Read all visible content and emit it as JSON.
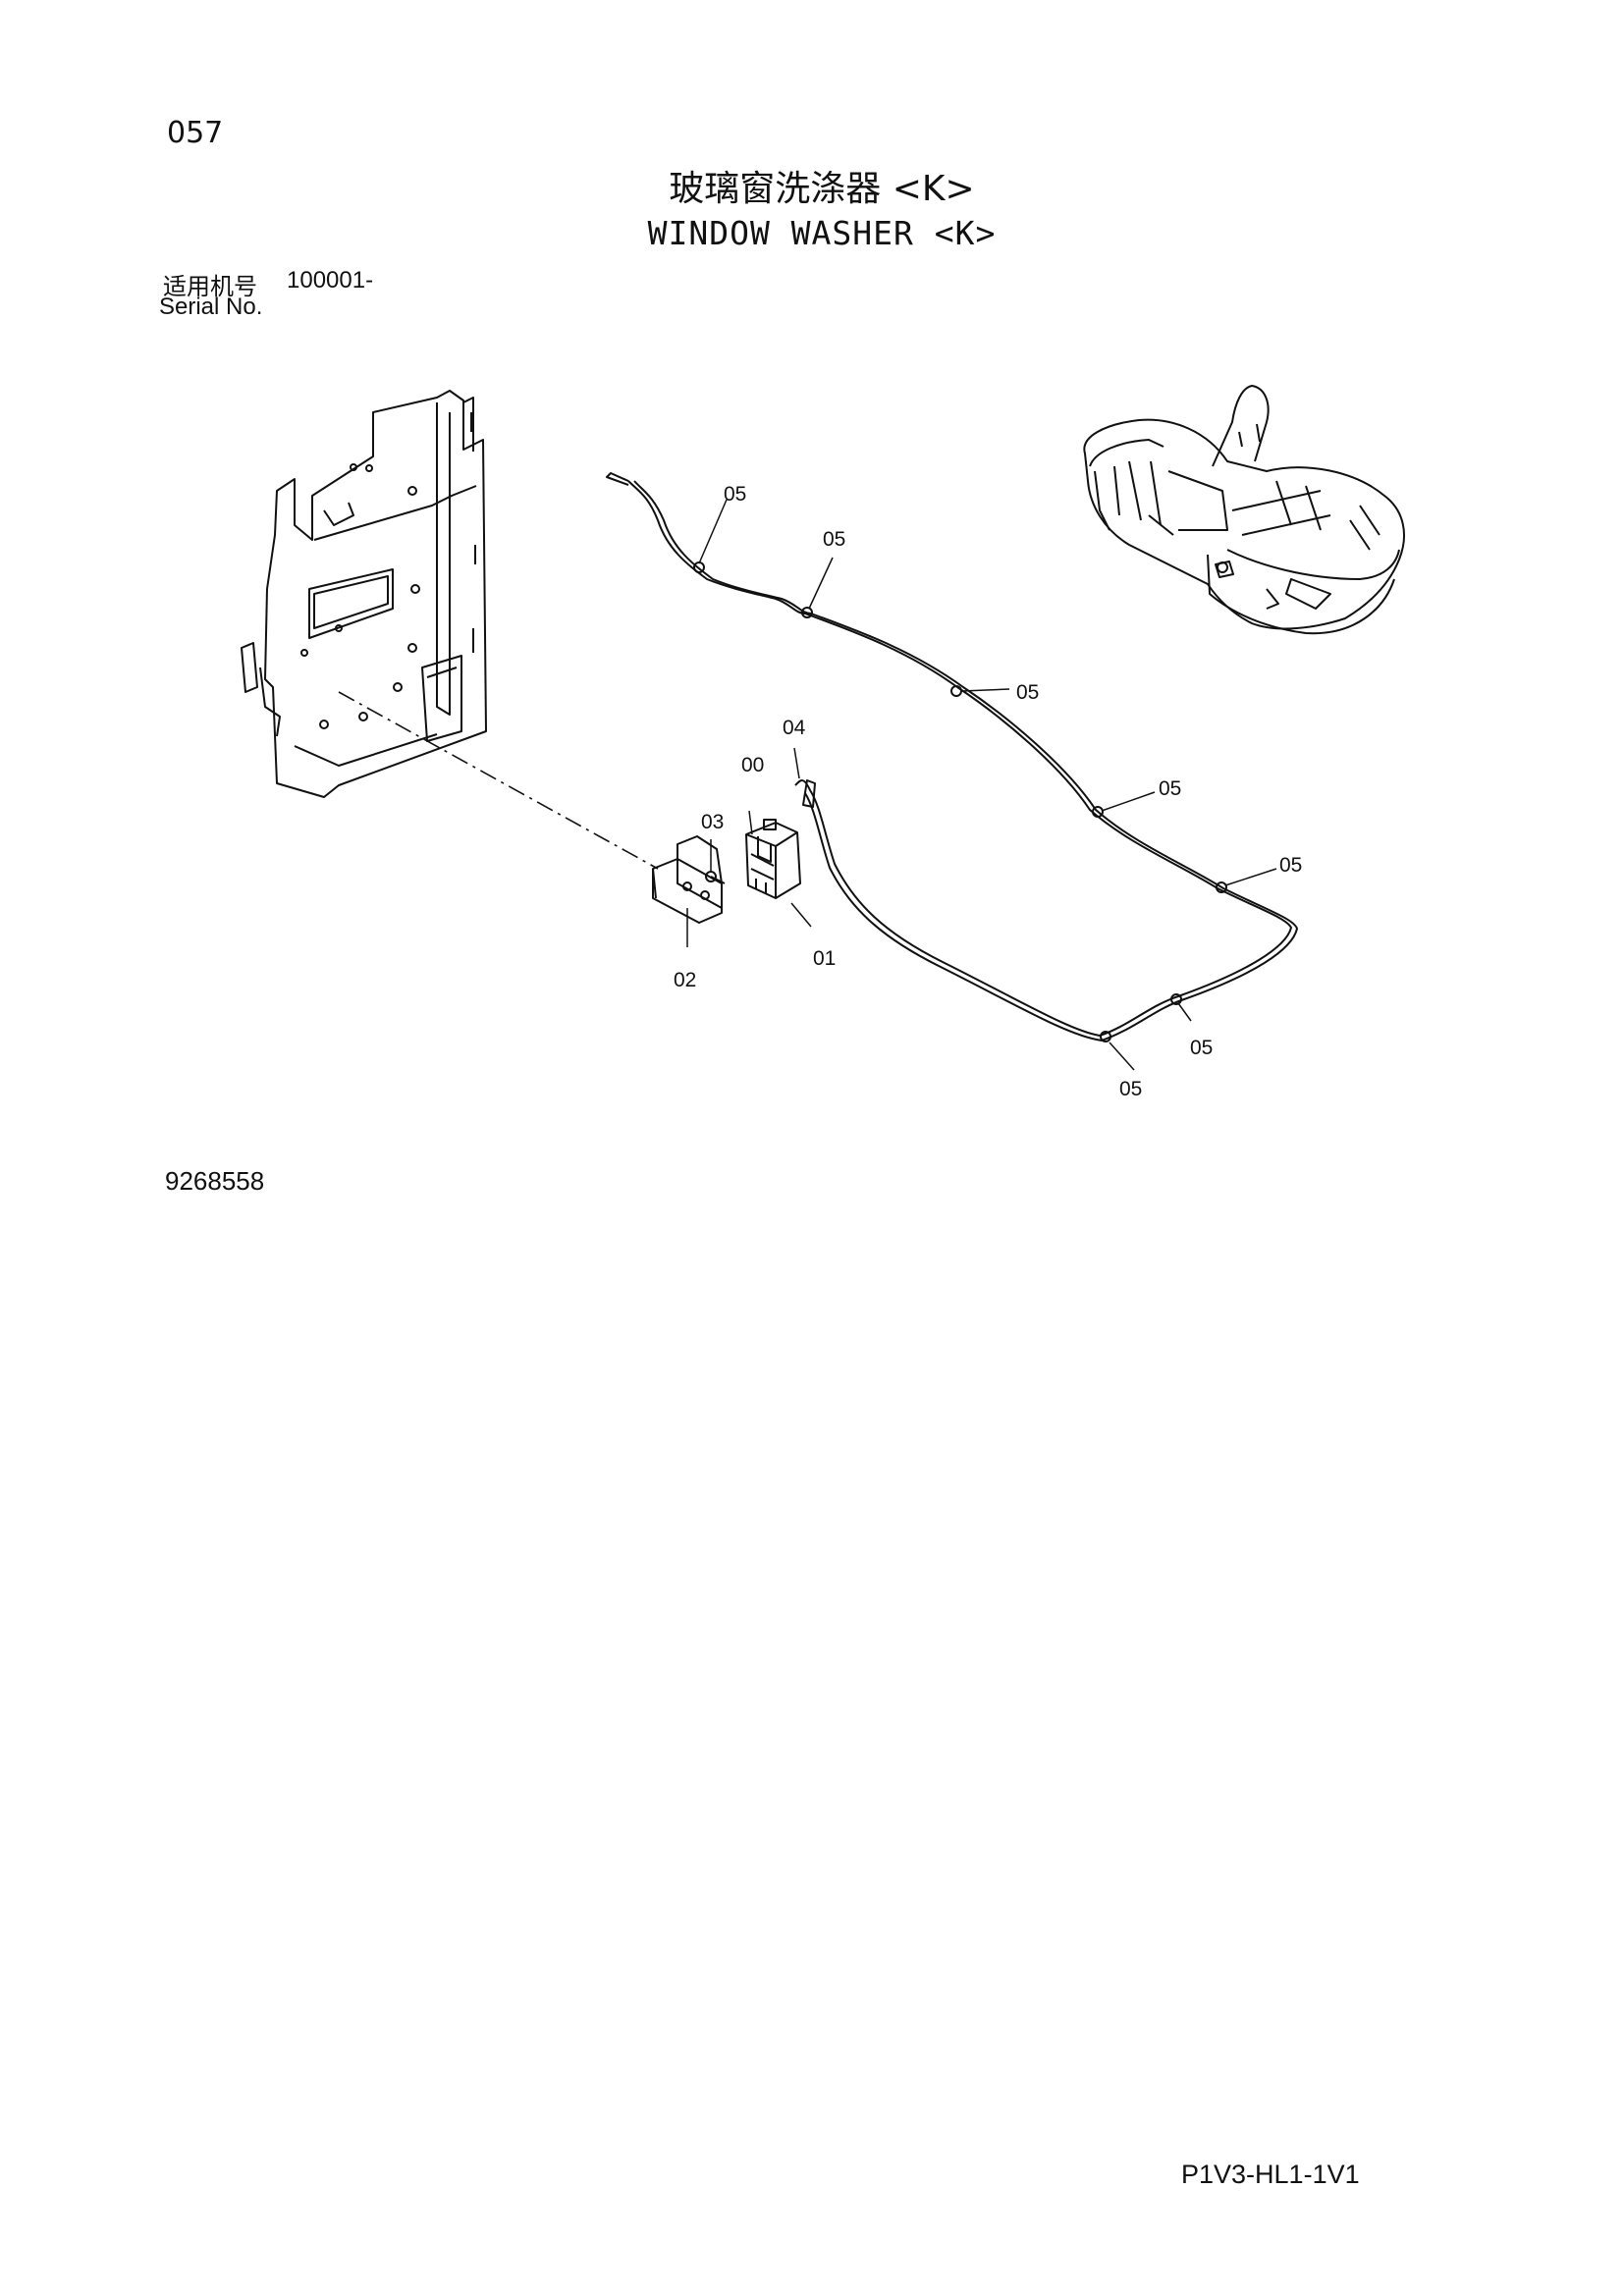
{
  "header": {
    "page_number": "057",
    "title_cn": "玻璃窗洗涤器 <K>",
    "title_en": "WINDOW WASHER <K>",
    "serial_label_cn": "适用机号",
    "serial_value": "100001-",
    "serial_label_en": "Serial No."
  },
  "callouts": {
    "c00": "00",
    "c01": "01",
    "c02": "02",
    "c03": "03",
    "c04": "04",
    "c05_a": "05",
    "c05_b": "05",
    "c05_c": "05",
    "c05_d": "05",
    "c05_e": "05",
    "c05_f": "05",
    "c05_g": "05"
  },
  "footer": {
    "drawing_id": "9268558",
    "doc_code": "P1V3-HL1-1V1"
  }
}
